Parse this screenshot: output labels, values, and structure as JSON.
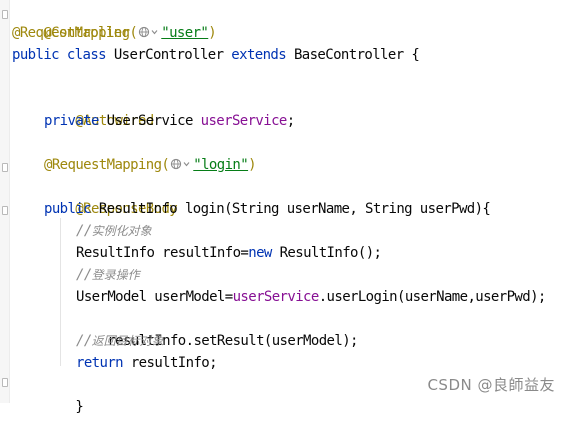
{
  "editor": {
    "lines": [
      {
        "annotation": "@Controller"
      },
      {
        "annotation": "@RequestMapping(",
        "string_value": "\"user\"",
        "suffix": ")"
      },
      {
        "kw1": "public",
        "kw2": "class",
        "name": "UserController",
        "kw3": "extends",
        "parent": "BaseController {"
      },
      {
        "annotation": "@Autowired"
      },
      {
        "kw": "private",
        "type": "UserService",
        "field": "userService",
        "tail": ";"
      },
      {
        "annotation": "@RequestMapping(",
        "string_value": "\"login\"",
        "suffix": ")"
      },
      {
        "annotation": "@ResponseBody"
      },
      {
        "kw": "public",
        "text": "ResultInfo login(String userName, String userPwd){"
      },
      {
        "comment_slash": "//",
        "comment_text": "实例化对象"
      },
      {
        "pre": "ResultInfo resultInfo=",
        "kw": "new",
        "post": "ResultInfo();"
      },
      {
        "comment_slash": "//",
        "comment_text": "登录操作"
      },
      {
        "pre": "UserModel userModel=",
        "field": "userService",
        "post": ".userLogin(userName,userPwd);"
      },
      {
        "text": "resultInfo.setResult(userModel);"
      },
      {
        "comment_slash": "//",
        "comment_text": "返回目标对象"
      },
      {
        "kw": "return",
        "text": "resultInfo;"
      },
      {
        "text": "}"
      }
    ]
  },
  "icons": {
    "request_mapping": "globe-chevron-icon"
  },
  "colors": {
    "annotation": "#9e880d",
    "keyword": "#0033b3",
    "field": "#871094",
    "string": "#067d17",
    "comment": "#8c8c8c"
  },
  "watermark": {
    "text": "CSDN @良師益友"
  }
}
